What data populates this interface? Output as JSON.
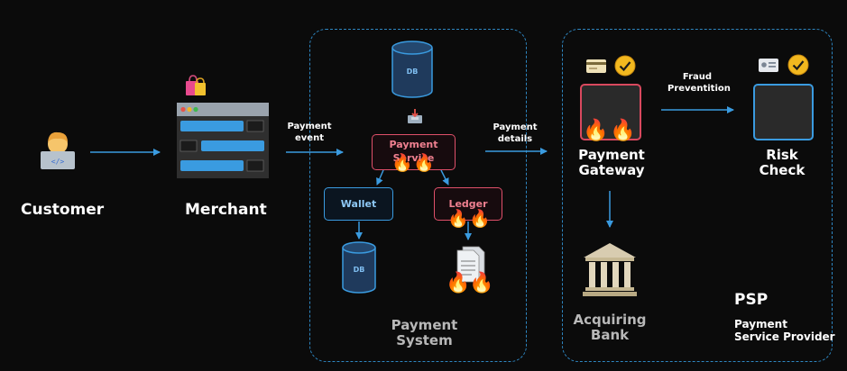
{
  "nodes": {
    "customer": "Customer",
    "merchant": "Merchant",
    "payment_service": "Payment Service",
    "wallet": "Wallet",
    "ledger": "Ledger",
    "payment_gateway_line1": "Payment",
    "payment_gateway_line2": "Gateway",
    "risk_check_line1": "Risk",
    "risk_check_line2": "Check",
    "acquiring_bank_line1": "Acquiring",
    "acquiring_bank_line2": "Bank",
    "db_top": "DB",
    "db_bottom": "DB"
  },
  "groups": {
    "payment_system_line1": "Payment",
    "payment_system_line2": "System",
    "psp_title": "PSP",
    "psp_sub_line1": "Payment",
    "psp_sub_line2": "Service Provider"
  },
  "edges": {
    "payment_event_line1": "Payment",
    "payment_event_line2": "event",
    "payment_details_line1": "Payment",
    "payment_details_line2": "details",
    "fraud_line1": "Fraud",
    "fraud_line2": "Preventition"
  },
  "icons": {
    "customer": "technologist-icon",
    "merchant_bag": "shopping-bags-icon",
    "merchant_app": "browser-window-icon",
    "db": "database-cylinder-icon",
    "inbox": "inbox-tray-icon",
    "fire": "fire-icon",
    "document": "document-icon",
    "card": "credit-card-icon",
    "check_badge": "check-badge-icon",
    "bank": "bank-building-icon"
  },
  "colors": {
    "background": "#0b0b0b",
    "arrow_blue": "#3a9be0",
    "dashed_border": "#2e86c1",
    "red_node": "#e0506a",
    "db_fill": "#1f3a5c"
  }
}
